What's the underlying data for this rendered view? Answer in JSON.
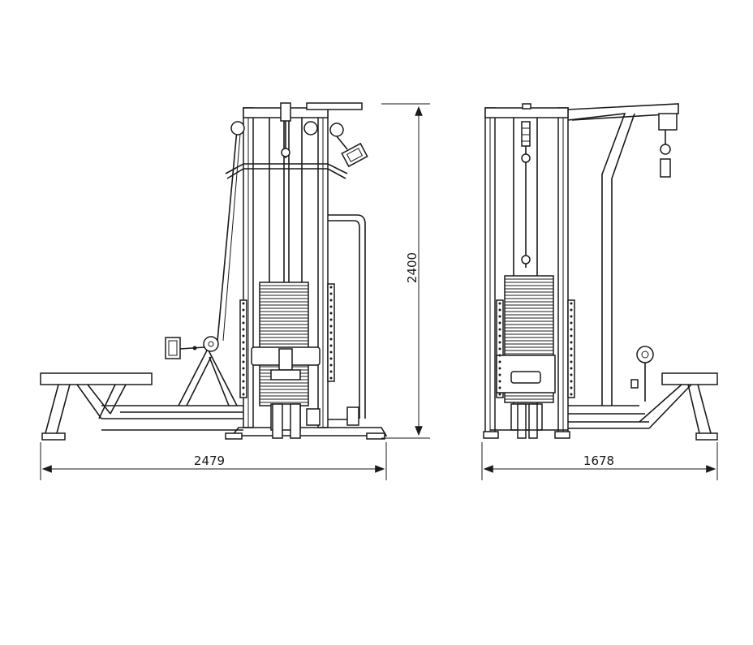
{
  "dimensions": {
    "width_label": "2479",
    "height_label": "2400",
    "depth_label": "1678"
  },
  "views": [
    "side-view",
    "front-view"
  ]
}
